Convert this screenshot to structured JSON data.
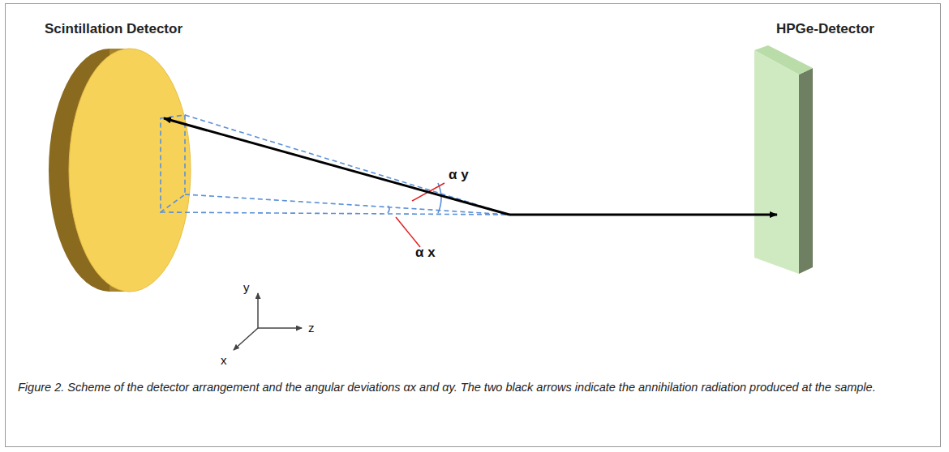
{
  "diagram": {
    "caption": "Figure 2. Scheme of the detector arrangement and the angular deviations αx and αy. The two black arrows indicate the annihilation radiation produced at the sample.",
    "nodes": [
      {
        "text": [
          "Scintillation Detector"
        ]
      },
      {
        "text": [
          "HPGe-Detector"
        ]
      }
    ],
    "labels": [
      "α y",
      "α x",
      "y",
      "z",
      "x"
    ]
  }
}
